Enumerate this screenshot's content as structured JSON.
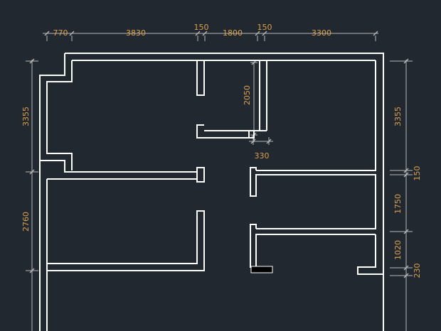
{
  "colors": {
    "background": "#212830",
    "wall": "#ffffff",
    "dimension_line": "#b8b8b8",
    "dimension_text": "#d9a04f",
    "fixture": "#000000"
  },
  "dimensions": {
    "top": [
      "770",
      "3830",
      "150",
      "1800",
      "150",
      "3300"
    ],
    "interior": [
      "2050",
      "330"
    ],
    "left": [
      "3355",
      "2760"
    ],
    "right": [
      "3355",
      "150",
      "1750",
      "1020",
      "230"
    ]
  }
}
